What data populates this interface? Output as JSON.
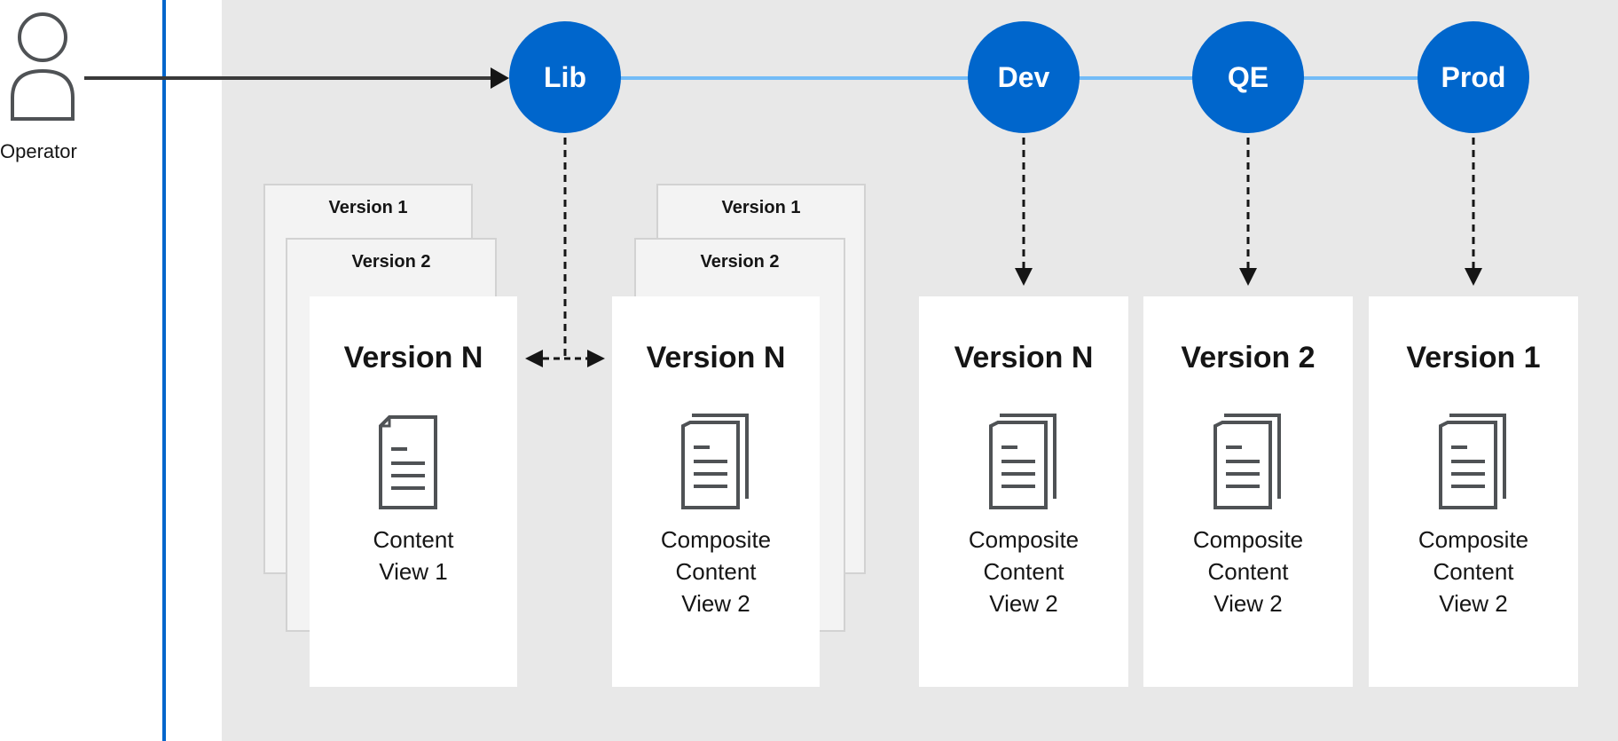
{
  "operator": {
    "label": "Operator"
  },
  "environments": [
    "Lib",
    "Dev",
    "QE",
    "Prod"
  ],
  "content_view": {
    "stack_versions": [
      "Version 1",
      "Version 2"
    ],
    "title": "Version N",
    "caption": [
      "Content",
      "View 1"
    ]
  },
  "composite_view": {
    "stack_versions": [
      "Version 1",
      "Version 2"
    ],
    "title": "Version N",
    "caption": [
      "Composite",
      "Content",
      "View 2"
    ]
  },
  "env_cards": [
    {
      "title": "Version N",
      "caption": [
        "Composite",
        "Content",
        "View 2"
      ]
    },
    {
      "title": "Version 2",
      "caption": [
        "Composite",
        "Content",
        "View 2"
      ]
    },
    {
      "title": "Version 1",
      "caption": [
        "Composite",
        "Content",
        "View 2"
      ]
    }
  ],
  "colors": {
    "accent": "#0066cc",
    "background": "#e8e8e8",
    "card": "#ffffff",
    "arrow": "#151515"
  }
}
